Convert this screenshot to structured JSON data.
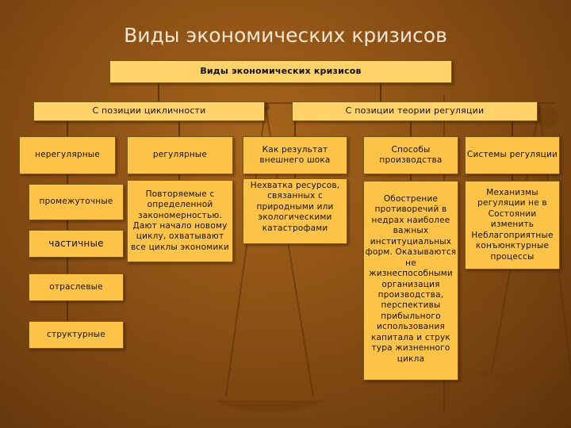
{
  "page_title": "Виды экономических кризисов",
  "root": "Виды экономических кризисов",
  "branches": {
    "left": "С позиции цикличности",
    "right": "С позиции теории регуляции"
  },
  "cyclicity": {
    "irregular": "нерегулярные",
    "regular": "регулярные",
    "intermediate": "промежуточные",
    "partial": "частичные",
    "sectoral": "отраслевые",
    "structural": "структурные",
    "regular_desc": "Повторяемые с определенной закономерностью. Дают начало новому циклу, охватывают все циклы экономики"
  },
  "regulation": {
    "col1_head": "Как результат внешнего шока",
    "col1_desc": "Нехватка ресурсов, связанных с природными или экологическими катастрофами",
    "col2_head": "Способы производства",
    "col2_desc": "Обострение противоречий в недрах наиболее важных институциальных форм. Оказываются не жизнеспособными организация производства, перспективы прибыльного использования капитала и струк тура жизненного цикла",
    "col3_head": "Системы регуляции",
    "col3_desc": "Механизмы регуляции не в Состоянии изменить Неблагоприятные конъюнктурные процессы"
  }
}
